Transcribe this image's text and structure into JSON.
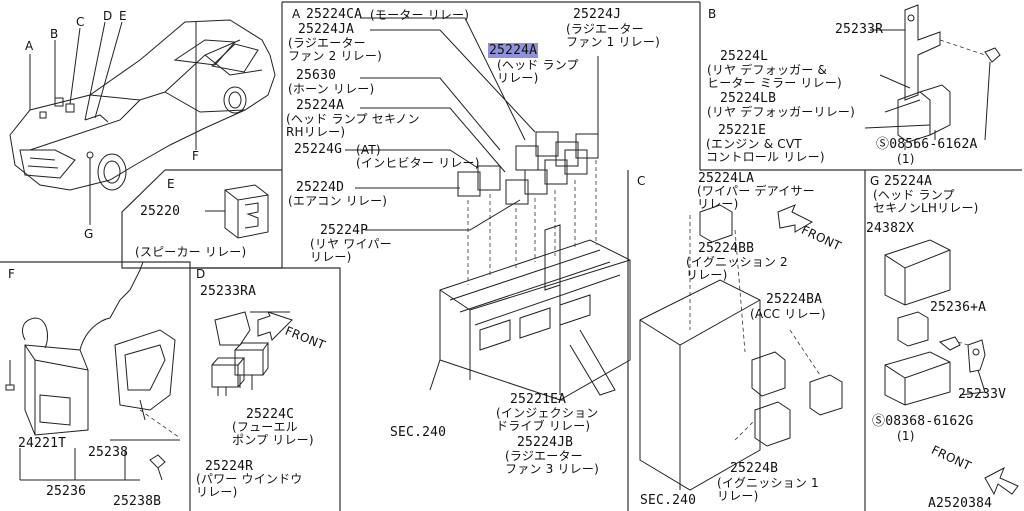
{
  "diagram_id": "A2520384",
  "sections": {
    "A": {
      "letter": "A",
      "labels": [
        {
          "pn": "25224CA",
          "desc": "(モーター リレー)"
        },
        {
          "pn": "25224JA",
          "desc": "(ラジエーター\nファン 2 リレー)"
        },
        {
          "pn": "25630",
          "desc": "(ホーン リレー)"
        },
        {
          "pn": "25224A",
          "desc": "(ヘッド ランプ セキノン\nRHリレー)"
        },
        {
          "pn": "25224G",
          "desc": "(AT)\n(インヒビター リレー)"
        },
        {
          "pn": "25224D",
          "desc": "(エアコン リレー)"
        },
        {
          "pn": "25224P",
          "desc": "(リヤ ワイパー\nリレー)"
        },
        {
          "pn": "25224J",
          "desc": "(ラジエーター\nファン 1 リレー)"
        },
        {
          "pn": "25224A",
          "desc": "(ヘッド ランプ\nリレー)",
          "highlight": true
        },
        {
          "pn": "25221EA",
          "desc": "(インジェクション\nドライブ リレー)"
        },
        {
          "pn": "25224JB",
          "desc": "(ラジエーター\nファン 3 リレー)"
        }
      ],
      "sec": "SEC.240"
    },
    "B": {
      "letter": "B",
      "labels": [
        {
          "pn": "25233R",
          "desc": ""
        },
        {
          "pn": "25224L",
          "desc": "(リヤ デフォッガー &\nヒーター ミラー リレー)"
        },
        {
          "pn": "25224LB",
          "desc": "(リヤ デフォッガーリレー)"
        },
        {
          "pn": "25221E",
          "desc": "(エンジン & CVT\nコントロール リレー)"
        },
        {
          "pn": "Ⓢ08566-6162A",
          "desc": "(1)"
        }
      ]
    },
    "C": {
      "letter": "C",
      "labels": [
        {
          "pn": "25224LA",
          "desc": "(ワイパー デアイサー\nリレー)"
        },
        {
          "pn": "25224BB",
          "desc": "(イグニッション 2\nリレー)"
        },
        {
          "pn": "25224BA",
          "desc": "(ACC リレー)"
        },
        {
          "pn": "25224B",
          "desc": "(イグニッション 1\nリレー)"
        }
      ],
      "front": "FRONT",
      "sec": "SEC.240"
    },
    "D": {
      "letter": "D",
      "labels": [
        {
          "pn": "25233RA",
          "desc": ""
        },
        {
          "pn": "25224C",
          "desc": "(フューエル\nポンプ リレー)"
        },
        {
          "pn": "25224R",
          "desc": "(パワー ウインドウ\nリレー)"
        }
      ],
      "front": "FRONT"
    },
    "E": {
      "letter": "E",
      "labels": [
        {
          "pn": "25220",
          "desc": "(スピーカー リレー)"
        }
      ]
    },
    "F": {
      "letter": "F",
      "labels": [
        {
          "pn": "24221T"
        },
        {
          "pn": "25238"
        },
        {
          "pn": "25236"
        },
        {
          "pn": "25238B"
        }
      ]
    },
    "G": {
      "letter": "G",
      "labels": [
        {
          "pn": "25224A",
          "desc": "(ヘッド ランプ\nセキノンLHリレー)"
        },
        {
          "pn": "24382X"
        },
        {
          "pn": "25236+A"
        },
        {
          "pn": "25233V"
        },
        {
          "pn": "Ⓢ08368-6162G",
          "desc": "(1)"
        }
      ],
      "front": "FRONT"
    },
    "car": {
      "callouts": [
        "A",
        "B",
        "C",
        "D",
        "E",
        "F",
        "G"
      ]
    }
  }
}
